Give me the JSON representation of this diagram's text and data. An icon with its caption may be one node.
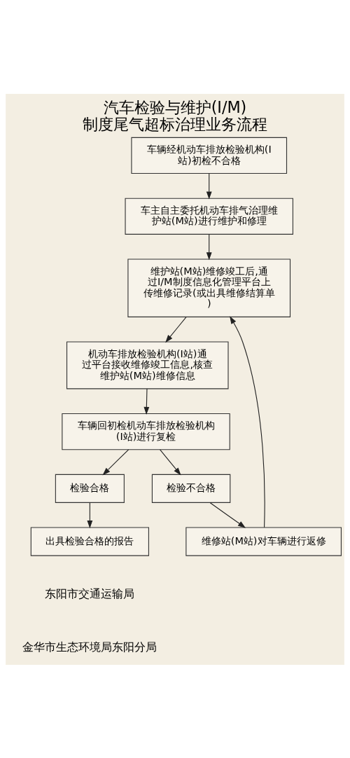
{
  "diagram": {
    "title": "汽车检验与维护(I/M)制度尾气超标治理业务流程",
    "nodes": [
      {
        "text": [
          "车辆经机动车排放检验机构(I站)初检不合格"
        ]
      },
      {
        "text": [
          "车主自主委托机动车排气治理维护站(M站)进行维护和修理"
        ]
      },
      {
        "text": [
          "维护站(M站)维修竣工后,通过I/M制度信息化管理平台上传维修记录(或出具维修结算单)"
        ]
      },
      {
        "text": [
          "机动车排放检验机构(I站)通过平台接收维修竣工信息,核查维护站(M站)维修信息"
        ]
      },
      {
        "text": [
          "车辆回初检机动车排放检验机构(I站)进行复检"
        ]
      },
      {
        "text": [
          "检验不合格"
        ]
      },
      {
        "text": [
          "检验合格"
        ]
      },
      {
        "text": [
          "出具检验合格的报告"
        ]
      },
      {
        "text": [
          "维修站(M站)对车辆进行返修"
        ]
      }
    ],
    "edges": [
      {
        "from": 0,
        "to": 1,
        "arrow": "to"
      },
      {
        "from": 1,
        "to": 2,
        "arrow": "to"
      },
      {
        "from": 2,
        "to": 3,
        "arrow": "to"
      },
      {
        "from": 3,
        "to": 4,
        "arrow": "to"
      },
      {
        "from": 4,
        "to": 5,
        "arrow": "to"
      },
      {
        "from": 4,
        "to": 6,
        "arrow": "to"
      },
      {
        "from": 6,
        "to": 7,
        "arrow": "to"
      },
      {
        "from": 5,
        "to": 8,
        "arrow": "to"
      },
      {
        "from": 8,
        "to": 2,
        "arrow": "to"
      }
    ],
    "labels": [
      "东阳市交通运输局",
      "金华市生态环境局东阳分局"
    ]
  }
}
